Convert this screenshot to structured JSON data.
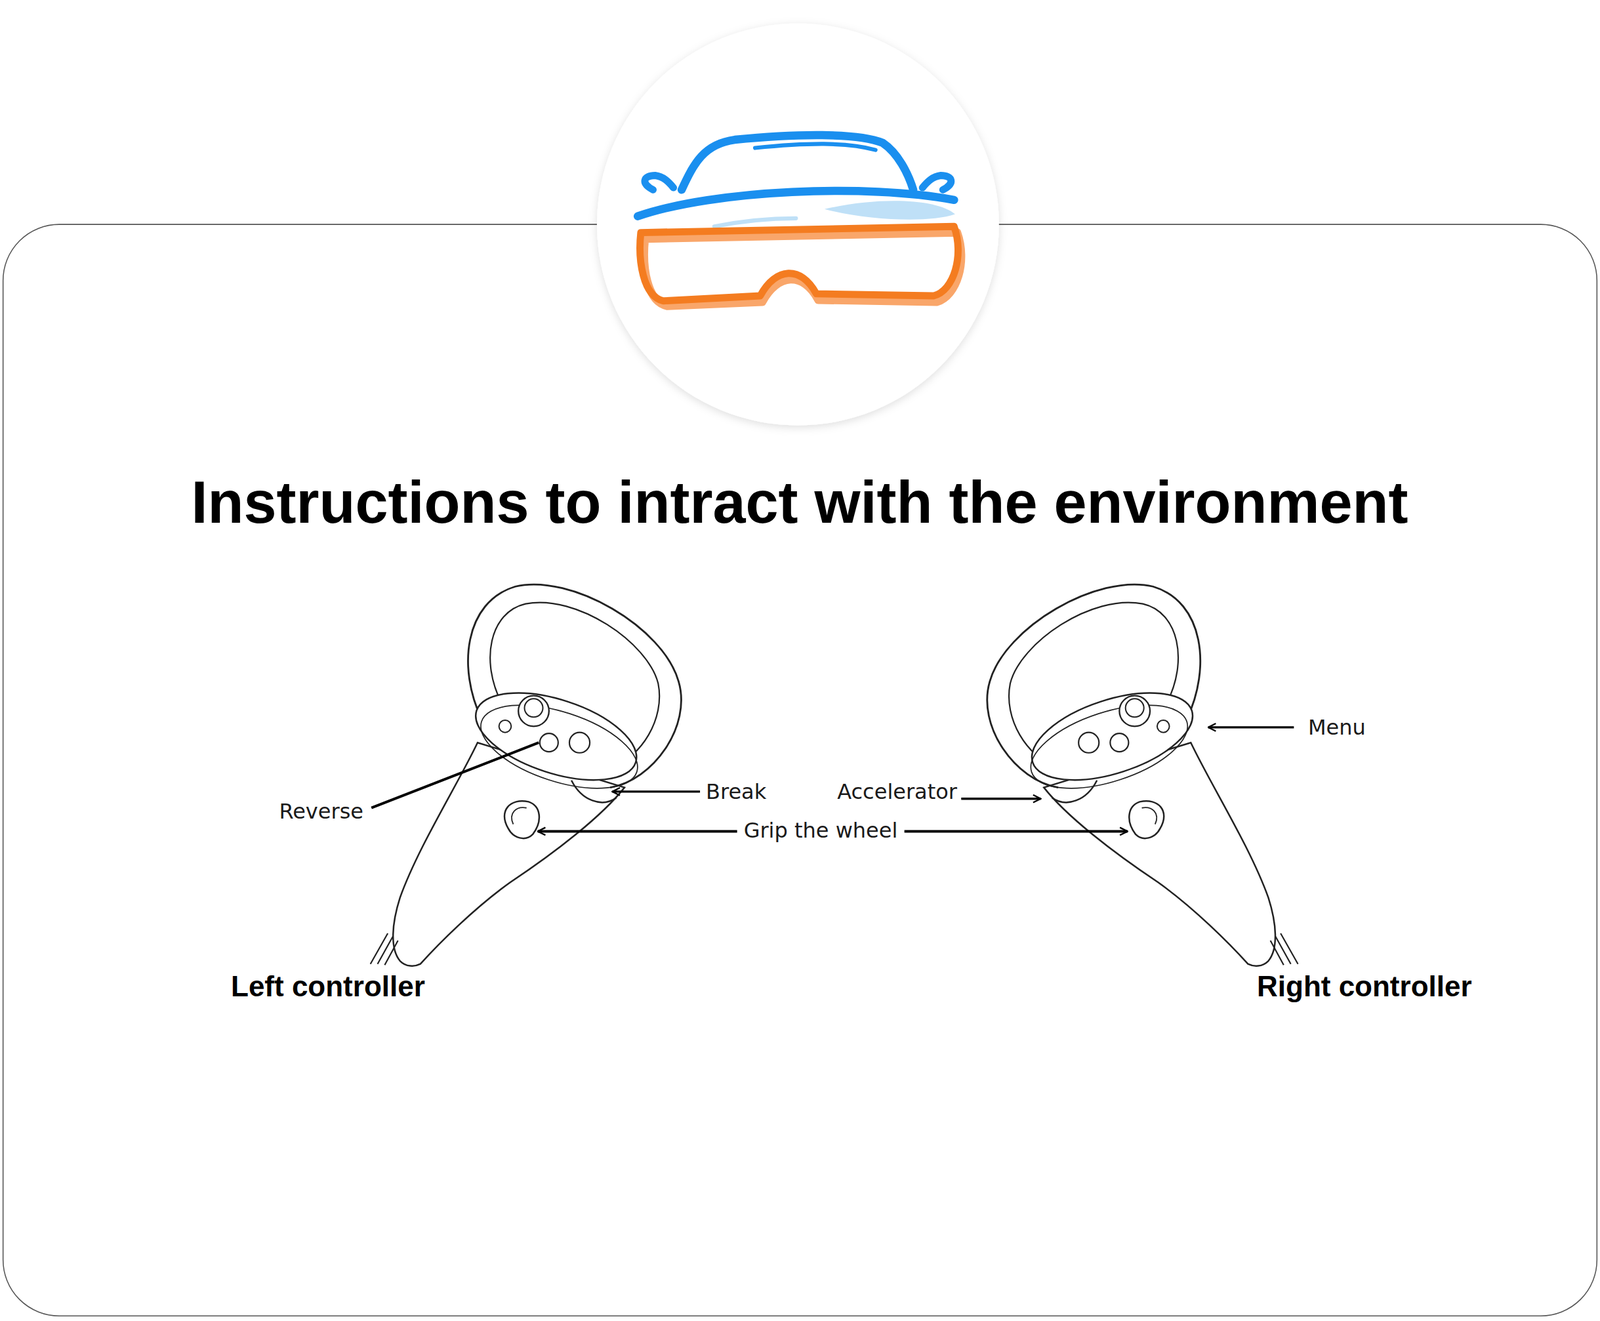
{
  "diagram": {
    "title": "Instructions to intract with the environment",
    "labels": [
      "Menu",
      "Break",
      "Accelerator",
      "Reverse",
      "Grip the wheel",
      "Left controller",
      "Right controller"
    ]
  }
}
